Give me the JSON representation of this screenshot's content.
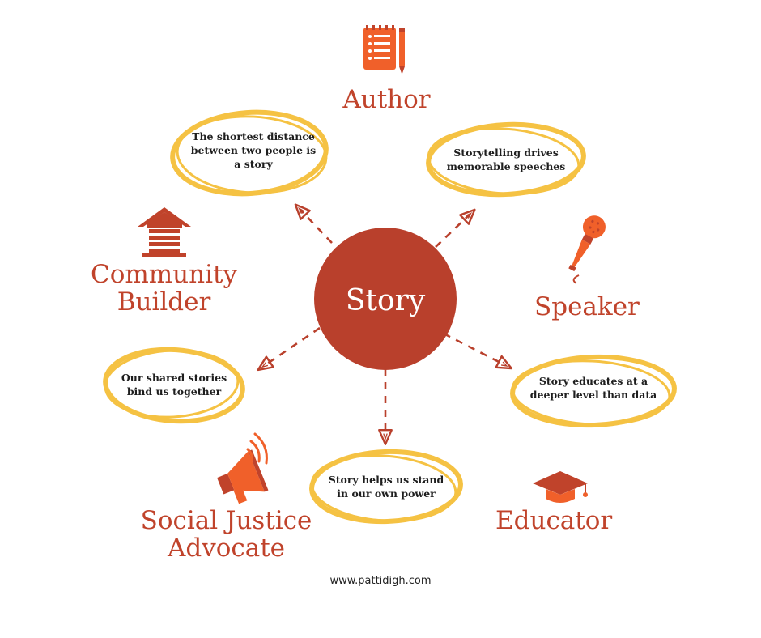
{
  "center": {
    "label": "Story"
  },
  "roles": {
    "author": "Author",
    "community_builder": [
      "Community",
      "Builder"
    ],
    "speaker": "Speaker",
    "social_justice_advocate": [
      "Social Justice",
      "Advocate"
    ],
    "educator": "Educator"
  },
  "bubbles": {
    "top_left": [
      "The shortest distance",
      "between two people is",
      "a story"
    ],
    "top_right": [
      "Storytelling drives",
      "memorable speeches"
    ],
    "mid_left": [
      "Our shared stories",
      "bind us together"
    ],
    "mid_right": [
      "Story educates at a",
      "deeper level than data"
    ],
    "bottom": [
      "Story helps us stand",
      "in our own power"
    ]
  },
  "footer": {
    "url": "www.pattidigh.com"
  },
  "icons": {
    "author": "notepad-pen-icon",
    "community_builder": "building-icon",
    "speaker": "microphone-icon",
    "social_justice_advocate": "megaphone-icon",
    "educator": "graduation-cap-icon"
  },
  "colors": {
    "accent": "#c0432b",
    "icon_orange": "#f0602a",
    "ring_yellow": "#f5c243",
    "center_fill": "#b9402c"
  }
}
